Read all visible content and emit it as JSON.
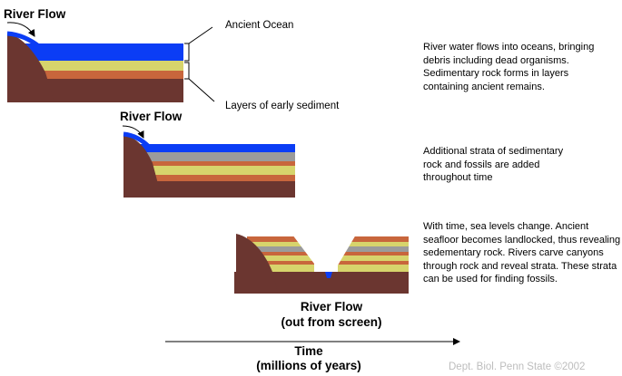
{
  "colors": {
    "bedrock": "#6b3630",
    "water": "#0b3df5",
    "strata": [
      "#d7d46c",
      "#c8663c",
      "#9b9b9b"
    ],
    "credit": "#bdbdbd"
  },
  "panel1": {
    "river_label": "River Flow",
    "ocean_label": "Ancient Ocean",
    "sediment_label": "Layers of early sediment",
    "caption": "River water flows into oceans, bringing debris including dead organisms. Sedimentary rock forms in layers containing ancient remains."
  },
  "panel2": {
    "river_label": "River Flow",
    "caption": "Additional strata of sedimentary rock and fossils are added throughout time"
  },
  "panel3": {
    "river_label": "River Flow",
    "river_sublabel": "(out from screen)",
    "caption": "With time, sea levels change. Ancient seafloor becomes landlocked, thus revealing sedementary rock.  Rivers carve canyons through rock and reveal strata.  These strata can be used for finding fossils."
  },
  "timeline": {
    "label": "Time",
    "sublabel": "(millions of years)"
  },
  "credit": "Dept. Biol. Penn State ©2002"
}
